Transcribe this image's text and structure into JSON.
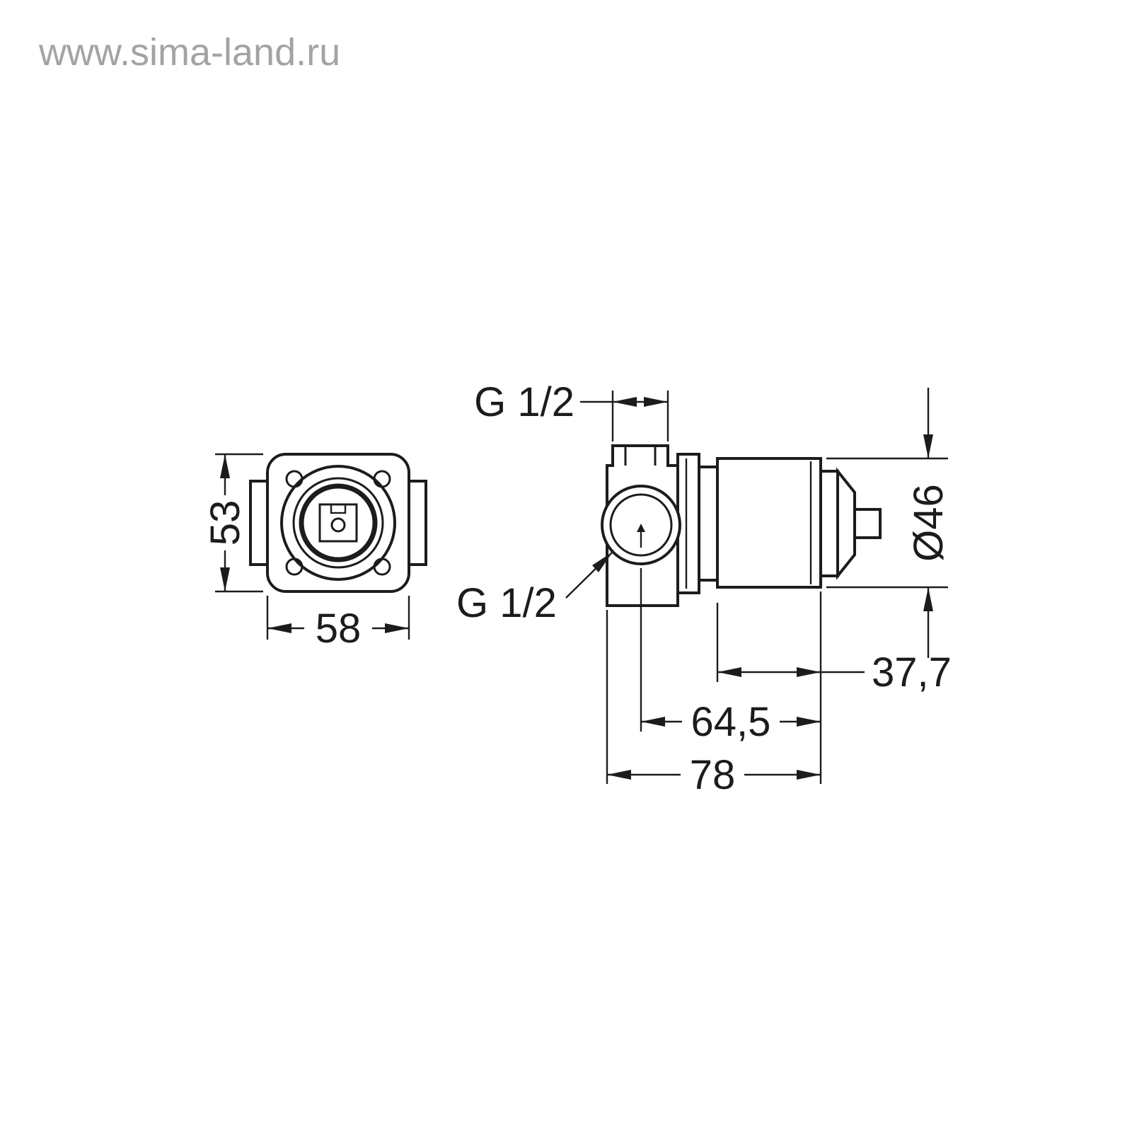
{
  "watermark": "www.sima-land.ru",
  "colors": {
    "line": "#1c1c1c",
    "watermark": "#a3a3a3",
    "background": "#ffffff"
  },
  "drawing": {
    "type": "technical-dimension-drawing",
    "subject": "concealed shower valve body, front and side views",
    "front_view": {
      "height": "53",
      "width": "58"
    },
    "side_view": {
      "top_thread": "G 1/2",
      "front_thread": "G 1/2",
      "cartridge_diameter": "Ø46",
      "cartridge_length": "37,7",
      "axis_to_face": "64,5",
      "total_depth": "78"
    }
  }
}
